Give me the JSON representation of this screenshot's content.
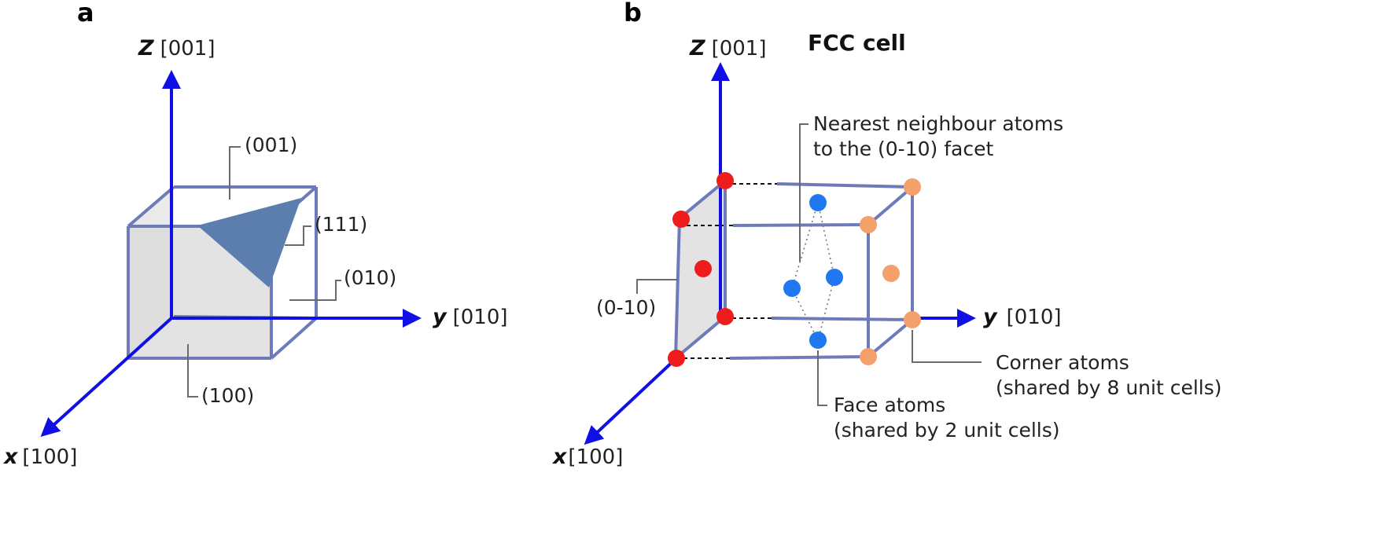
{
  "panel_a": {
    "letter": "a",
    "axes": {
      "z": {
        "letter": "Z",
        "index": "[001]"
      },
      "y": {
        "letter": "y",
        "index": "[010]"
      },
      "x": {
        "letter": "x",
        "index": "[100]"
      }
    },
    "facet_labels": {
      "top": "(001)",
      "diag": "(111)",
      "side": "(010)",
      "front": "(100)"
    }
  },
  "panel_b": {
    "letter": "b",
    "title": "FCC cell",
    "axes": {
      "z": {
        "letter": "Z",
        "index": "[001]"
      },
      "y": {
        "letter": "y",
        "index": "[010]"
      },
      "x": {
        "letter": "x",
        "index": "[100]"
      }
    },
    "labels": {
      "nearest_line1": "Nearest neighbour atoms",
      "nearest_line2": "to the (0-10) facet",
      "facet": "(0-10)",
      "corner_line1": "Corner atoms",
      "corner_line2": "(shared by 8 unit cells)",
      "face_line1": "Face atoms",
      "face_line2": "(shared by 2 unit cells)"
    }
  },
  "colors": {
    "axis": "#1010e6",
    "cube_edge": "#6f7bb8",
    "facet_fill": "#e3e3e3",
    "triangle_fill": "#5b7eaf",
    "red_atom": "#ee1c1c",
    "orange_atom": "#f3a06a",
    "blue_atom": "#1f78ef"
  }
}
